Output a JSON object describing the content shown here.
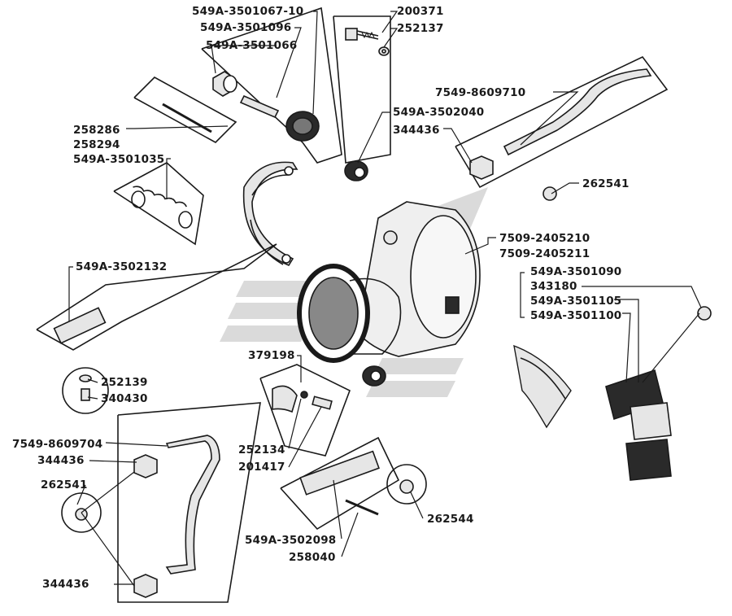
{
  "labels": {
    "p_549A_3501067_10": "549A-3501067-10",
    "p_549A_3501096": "549A-3501096",
    "p_549A_3501066": "549A-3501066",
    "p_200371": "200371",
    "p_252137": "252137",
    "p_7549_8609710": "7549-8609710",
    "p_549A_3502040": "549A-3502040",
    "p_344436_top": "344436",
    "p_258286": "258286",
    "p_258294": "258294",
    "p_549A_3501035": "549A-3501035",
    "p_262541_top": "262541",
    "p_7509_2405210": "7509-2405210",
    "p_7509_2405211": "7509-2405211",
    "p_549A_3501090": "549A-3501090",
    "p_343180": "343180",
    "p_549A_3501105": "549A-3501105",
    "p_549A_3501100": "549A-3501100",
    "p_549A_3502132": "549A-3502132",
    "p_252139": "252139",
    "p_340430": "340430",
    "p_379198": "379198",
    "p_7549_8609704": "7549-8609704",
    "p_344436_mid": "344436",
    "p_262541_bot": "262541",
    "p_252134": "252134",
    "p_201417": "201417",
    "p_262544": "262544",
    "p_549A_3502098": "549A-3502098",
    "p_258040": "258040",
    "p_344436_bot": "344436"
  },
  "colors": {
    "line": "#1a1a1a",
    "watermark": "#cfcfcf",
    "part_fill": "#e6e6e6",
    "part_dark": "#2a2a2a"
  }
}
